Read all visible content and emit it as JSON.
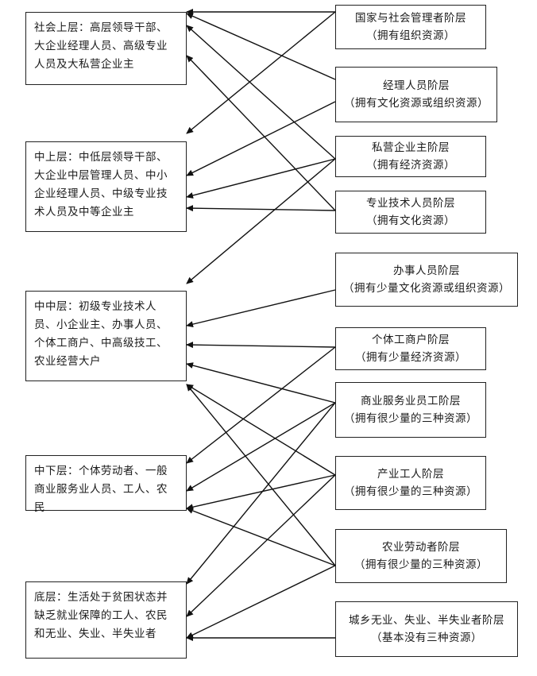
{
  "upper_layers": [
    {
      "id": "L1",
      "text": "社会上层：高层领导干部、大企业经理人员、高级专业人员及大私营企业主"
    },
    {
      "id": "L2",
      "text": "中上层：中低层领导干部、大企业中层管理人员、中小企业经理人员、中级专业技术人员及中等企业主"
    },
    {
      "id": "L3",
      "text": "中中层：初级专业技术人员、小企业主、办事人员、个体工商户、中高级技工、农业经营大户"
    },
    {
      "id": "L4",
      "text": "中下层：个体劳动者、一般商业服务业人员、工人、农民"
    },
    {
      "id": "L5",
      "text": "底层：生活处于贫困状态并缺乏就业保障的工人、农民和无业、失业、半失业者"
    }
  ],
  "strata": [
    {
      "id": "R1",
      "name": "国家与社会管理者阶层",
      "resource": "（拥有组织资源）"
    },
    {
      "id": "R2",
      "name": "经理人员阶层",
      "resource": "（拥有文化资源或组织资源）"
    },
    {
      "id": "R3",
      "name": "私营企业主阶层",
      "resource": "（拥有经济资源）"
    },
    {
      "id": "R4",
      "name": "专业技术人员阶层",
      "resource": "（拥有文化资源）"
    },
    {
      "id": "R5",
      "name": "办事人员阶层",
      "resource": "（拥有少量文化资源或组织资源）"
    },
    {
      "id": "R6",
      "name": "个体工商户阶层",
      "resource": "（拥有少量经济资源）"
    },
    {
      "id": "R7",
      "name": "商业服务业员工阶层",
      "resource": "（拥有很少量的三种资源）"
    },
    {
      "id": "R8",
      "name": "产业工人阶层",
      "resource": "（拥有很少量的三种资源）"
    },
    {
      "id": "R9",
      "name": "农业劳动者阶层",
      "resource": "（拥有很少量的三种资源）"
    },
    {
      "id": "R10",
      "name": "城乡无业、失业、半失业者阶层",
      "resource": "（基本没有三种资源）"
    }
  ],
  "links": [
    [
      "R1",
      "L1"
    ],
    [
      "R1",
      "L2"
    ],
    [
      "R2",
      "L1"
    ],
    [
      "R2",
      "L2"
    ],
    [
      "R3",
      "L1"
    ],
    [
      "R3",
      "L2"
    ],
    [
      "R3",
      "L3"
    ],
    [
      "R4",
      "L1"
    ],
    [
      "R4",
      "L2"
    ],
    [
      "R5",
      "L3"
    ],
    [
      "R6",
      "L3"
    ],
    [
      "R6",
      "L4"
    ],
    [
      "R7",
      "L3"
    ],
    [
      "R7",
      "L4"
    ],
    [
      "R7",
      "L5"
    ],
    [
      "R8",
      "L3"
    ],
    [
      "R8",
      "L4"
    ],
    [
      "R8",
      "L5"
    ],
    [
      "R9",
      "L3"
    ],
    [
      "R9",
      "L4"
    ],
    [
      "R9",
      "L5"
    ],
    [
      "R10",
      "L5"
    ]
  ]
}
